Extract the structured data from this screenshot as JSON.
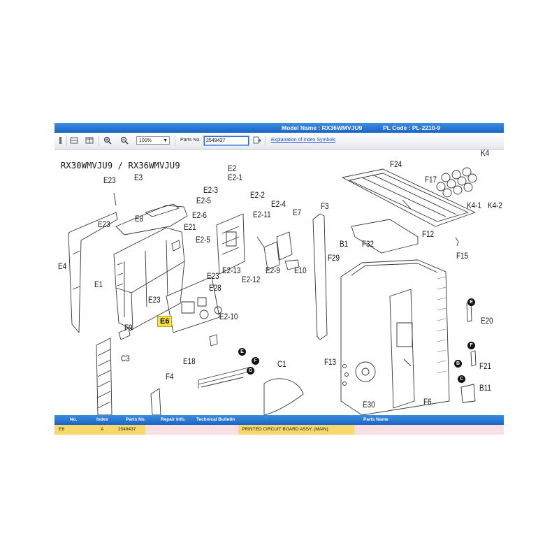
{
  "header": {
    "model_name": "Model Name : RX36WMVJU9",
    "pl_code": "PL Code : PL-2210-9"
  },
  "toolbar": {
    "zoom_value": "100%",
    "parts_no_label": "Parts No.",
    "parts_no_value": "2549437",
    "explanation_link": "Explanation of Index Symbols",
    "icons": [
      "layout-single-icon",
      "layout-horizontal-icon",
      "layout-split-icon",
      "zoom-in-icon",
      "zoom-out-icon",
      "search-go-icon"
    ]
  },
  "diagram": {
    "model_title": "RX30WMVJU9 / RX36WMVJU9",
    "highlighted_part": "E6",
    "callouts": [
      "E23",
      "E3",
      "E23",
      "E8",
      "E4",
      "E1",
      "E21",
      "E2",
      "E2-1",
      "E2-3",
      "E2-5",
      "E2-6",
      "E2-5",
      "E2-2",
      "E2-11",
      "E2-4",
      "E7",
      "E2-13",
      "E2-12",
      "E2-9",
      "E10",
      "E23",
      "E28",
      "E23",
      "E2-10",
      "E6",
      "F9",
      "C3",
      "E18",
      "F4",
      "C1",
      "F3",
      "F29",
      "B1",
      "F32",
      "F24",
      "F17",
      "K4",
      "K4-1",
      "K4-2",
      "F12",
      "F15",
      "E20",
      "F21",
      "B11",
      "F13",
      "E30",
      "F6"
    ],
    "markers": [
      "E",
      "F",
      "G",
      "E",
      "F",
      "B",
      "C"
    ]
  },
  "table": {
    "columns": [
      "No.",
      "Index",
      "Parts No.",
      "Repair Info.",
      "Technical Bulletin",
      "Parts Name"
    ],
    "row": {
      "no": "E6",
      "index": "A",
      "parts_no": "2549437",
      "repair_info": "",
      "technical_bulletin": "",
      "parts_name": "PRINTED CIRCUIT BOARD ASSY. (MAIN)"
    }
  }
}
